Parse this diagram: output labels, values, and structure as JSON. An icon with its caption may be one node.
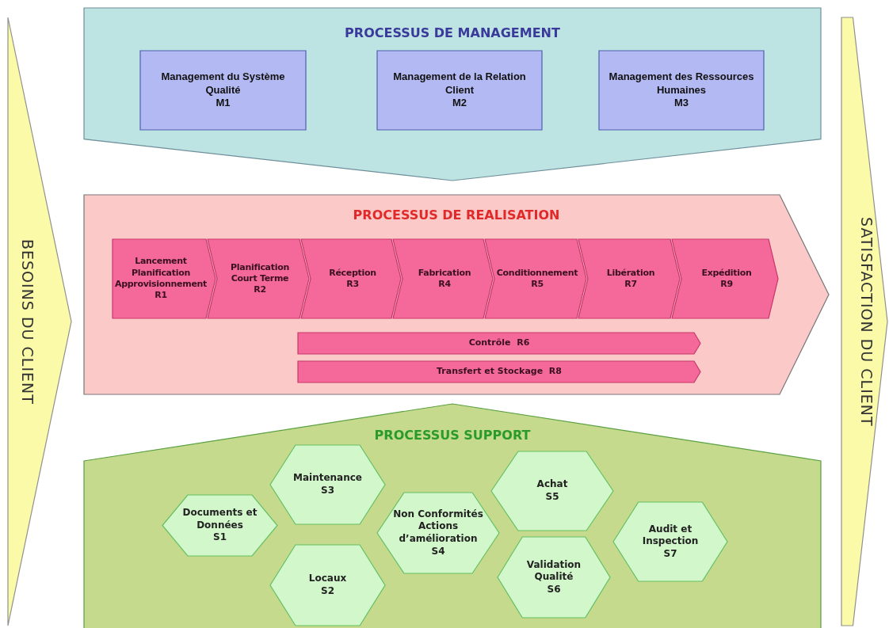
{
  "diagram": {
    "nodes": [
      {
        "text": [
          "BESOINS DU CLIENT"
        ]
      },
      {
        "text": [
          "PROCESSUS DE MANAGEMENT"
        ]
      },
      {
        "text": [
          "Management du Système Qualité",
          "M1"
        ],
        "in": 1
      },
      {
        "text": [
          "Management de la Relation Client",
          "M2"
        ],
        "in": 1
      },
      {
        "text": [
          "Management des Ressources Humaines",
          "M3"
        ],
        "in": 1
      },
      {
        "text": [
          "PROCESSUS DE REALISATION"
        ]
      },
      {
        "text": [
          "Lancement Planification Approvisionnement",
          "R1"
        ],
        "in": 5
      },
      {
        "text": [
          "Planification Court Terme",
          "R2"
        ],
        "in": 5
      },
      {
        "text": [
          "Réception",
          "R3"
        ],
        "in": 5
      },
      {
        "text": [
          "Fabrication",
          "R4"
        ],
        "in": 5
      },
      {
        "text": [
          "Conditionnement",
          "R5"
        ],
        "in": 5
      },
      {
        "text": [
          "Libération",
          "R7"
        ],
        "in": 5
      },
      {
        "text": [
          "Expédition",
          "R9"
        ],
        "in": 5
      },
      {
        "text": [
          "Contrôle  R6"
        ],
        "in": 5
      },
      {
        "text": [
          "Transfert et Stockage  R8"
        ],
        "in": 5
      },
      {
        "text": [
          "PROCESSUS SUPPORT"
        ]
      },
      {
        "text": [
          "Documents et Données",
          "S1"
        ],
        "in": 15
      },
      {
        "text": [
          "Maintenance",
          "S3"
        ],
        "in": 15
      },
      {
        "text": [
          "Locaux",
          "S2"
        ],
        "in": 15
      },
      {
        "text": [
          "Non Conformités Actions d’amélioration",
          "S4"
        ],
        "in": 15
      },
      {
        "text": [
          "Achat",
          "S5"
        ],
        "in": 15
      },
      {
        "text": [
          "Validation Qualité",
          "S6"
        ],
        "in": 15
      },
      {
        "text": [
          "Audit et Inspection",
          "S7"
        ],
        "in": 15
      },
      {
        "text": [
          "SATISFACTION DU CLIENT"
        ]
      }
    ]
  }
}
